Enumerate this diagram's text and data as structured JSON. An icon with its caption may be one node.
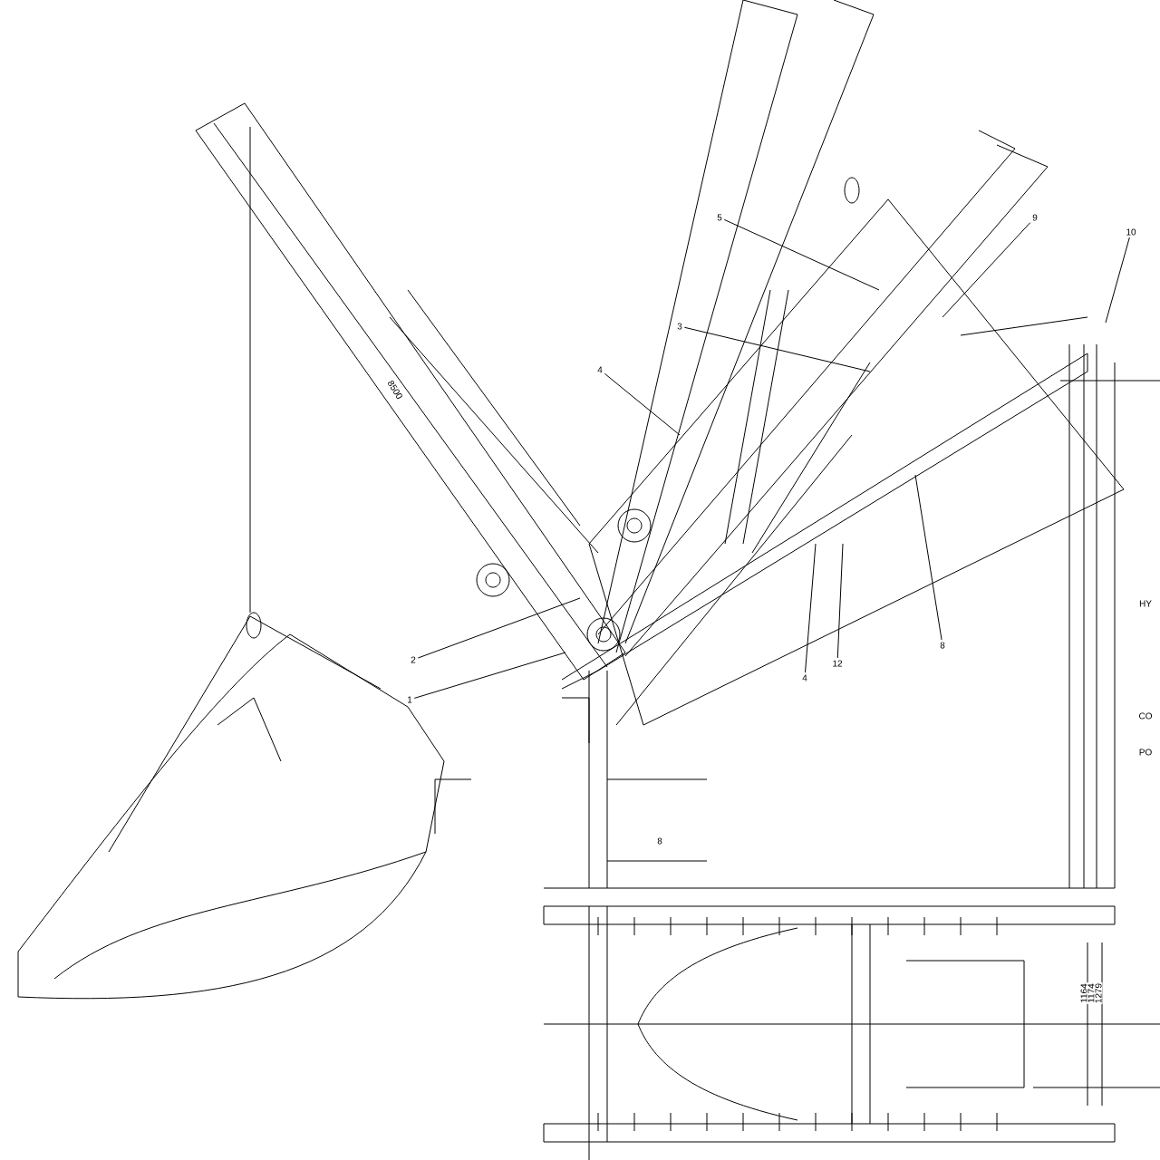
{
  "diagram": {
    "nodes": [
      {
        "text": [
          "1"
        ]
      },
      {
        "text": [
          "2"
        ]
      },
      {
        "text": [
          "4"
        ]
      },
      {
        "text": [
          "3"
        ]
      },
      {
        "text": [
          "5"
        ]
      },
      {
        "text": [
          "9"
        ]
      },
      {
        "text": [
          "10"
        ]
      },
      {
        "text": [
          "4"
        ]
      },
      {
        "text": [
          "12"
        ]
      },
      {
        "text": [
          "8"
        ]
      }
    ],
    "edges": [
      {
        "from": 0,
        "to": null,
        "arrow": "none"
      },
      {
        "from": 1,
        "to": null,
        "arrow": "none"
      },
      {
        "from": 2,
        "to": null,
        "arrow": "none"
      },
      {
        "from": 3,
        "to": null,
        "arrow": "none"
      },
      {
        "from": 4,
        "to": null,
        "arrow": "none"
      },
      {
        "from": 5,
        "to": null,
        "arrow": "none"
      },
      {
        "from": 6,
        "to": null,
        "arrow": "none"
      },
      {
        "from": 7,
        "to": null,
        "arrow": "none"
      },
      {
        "from": 8,
        "to": null,
        "arrow": "none"
      },
      {
        "from": 9,
        "to": null,
        "arrow": "none"
      }
    ],
    "labels": [
      "8500",
      "1164",
      "1174",
      "1279",
      "8",
      "HY",
      "CO",
      "PO"
    ]
  }
}
